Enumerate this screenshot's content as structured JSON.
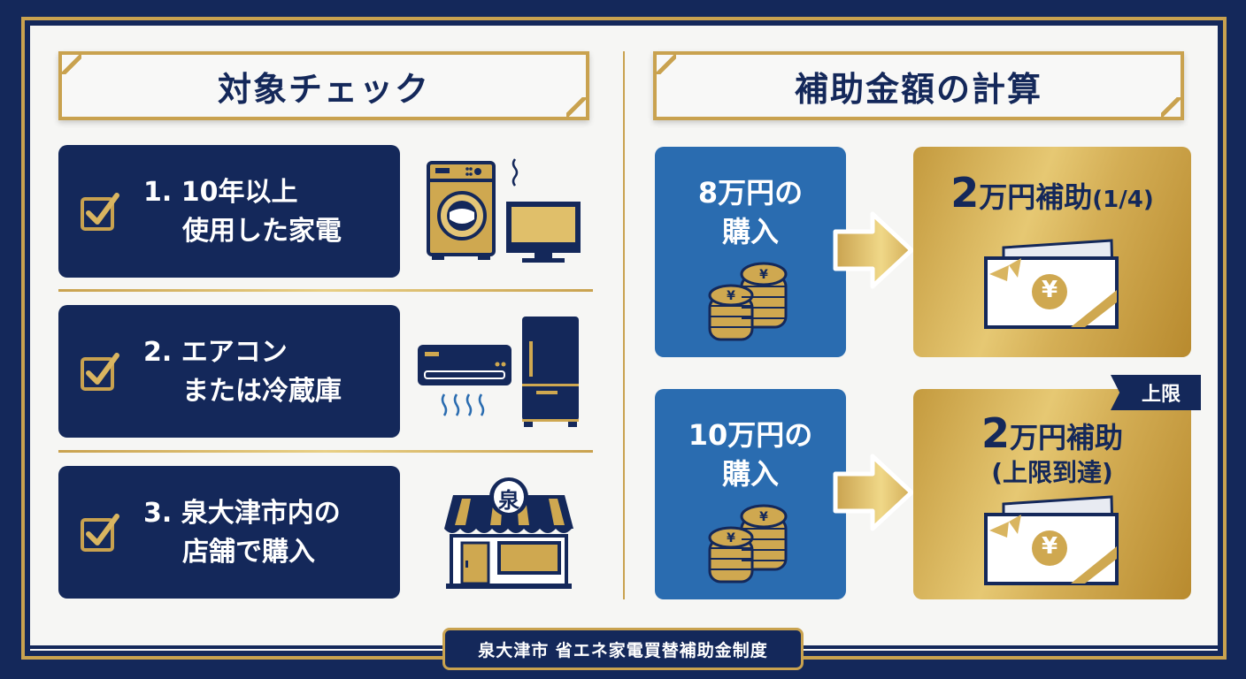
{
  "left_section": {
    "title": "対象チェック",
    "items": [
      {
        "number": "1.",
        "line1": "10年以上",
        "line2": "使用した家電",
        "icon": "washing-machine-and-tv-icon"
      },
      {
        "number": "2.",
        "line1": "エアコン",
        "line2": "または冷蔵庫",
        "icon": "air-conditioner-and-refrigerator-icon"
      },
      {
        "number": "3.",
        "line1": "泉大津市内の",
        "line2": "店舗で購入",
        "icon": "store-icon",
        "store_sign": "泉"
      }
    ]
  },
  "right_section": {
    "title": "補助金額の計算",
    "examples": [
      {
        "purchase_line1": "8万円の",
        "purchase_line2": "購入",
        "result_amount": "2",
        "result_text": "万円補助",
        "result_note": "(1/4)"
      },
      {
        "purchase_line1": "10万円の",
        "purchase_line2": "購入",
        "result_amount": "2",
        "result_text": "万円補助",
        "result_note": "(上限到達)",
        "badge": "上限"
      }
    ],
    "coin_symbol": "¥",
    "voucher_symbol": "¥"
  },
  "footer": {
    "title": "泉大津市 省エネ家電買替補助金制度"
  },
  "colors": {
    "navy": "#14285a",
    "gold": "#c9a24f",
    "blue": "#2a6cb0",
    "background": "#f6f6f4"
  }
}
